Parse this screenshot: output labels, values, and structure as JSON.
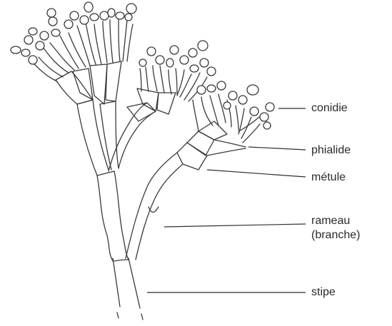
{
  "labels": {
    "conidie": "conidie",
    "phialide": "phialide",
    "metule": "métule",
    "rameau": "rameau",
    "branche": "(branche)",
    "stipe": "stipe"
  }
}
